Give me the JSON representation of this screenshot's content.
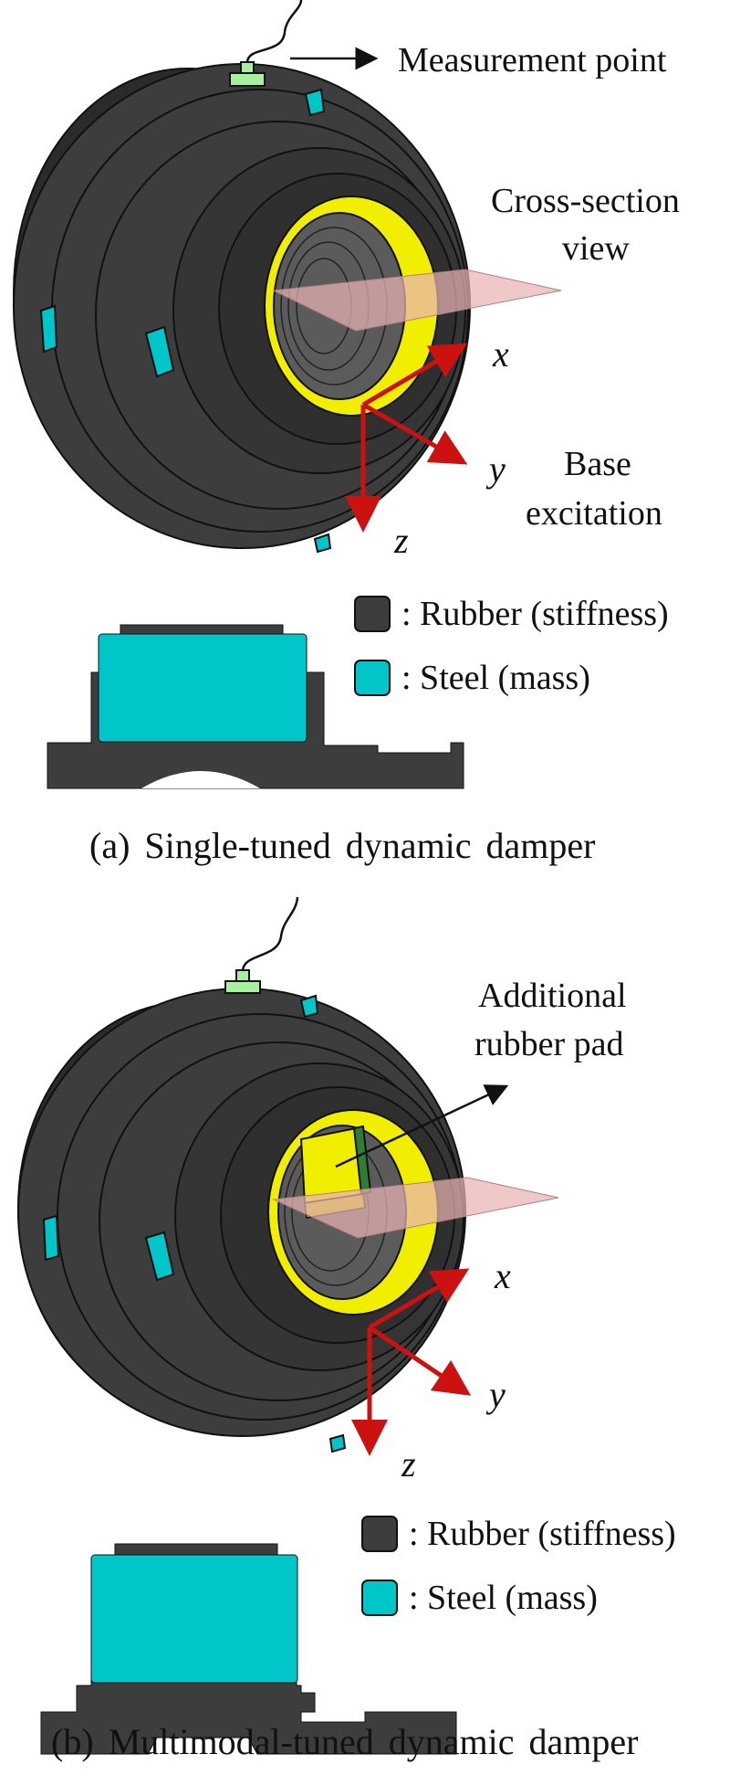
{
  "colors": {
    "rubber": "#3d3d3d",
    "steel": "#00c6c9",
    "inner_ring": "#f2ee00",
    "arrow": "#cc1111",
    "sensor": "#a8f0a0",
    "section_plane": "#e9b4b4"
  },
  "panel_a": {
    "measurement_label": "Measurement point",
    "section_label_line1": "Cross-section",
    "section_label_line2": "view",
    "axis_x": "x",
    "axis_y": "y",
    "axis_z": "z",
    "excitation_line1": "Base",
    "excitation_line2": "excitation",
    "legend": [
      {
        "label": ": Rubber (stiffness)",
        "icon": "rubber-swatch"
      },
      {
        "label": ": Steel (mass)",
        "icon": "steel-swatch"
      }
    ],
    "caption": "(a)  Single-tuned  dynamic  damper"
  },
  "panel_b": {
    "pad_label_line1": "Additional",
    "pad_label_line2": "rubber pad",
    "axis_x": "x",
    "axis_y": "y",
    "axis_z": "z",
    "legend": [
      {
        "label": ": Rubber (stiffness)",
        "icon": "rubber-swatch"
      },
      {
        "label": ": Steel (mass)",
        "icon": "steel-swatch"
      }
    ],
    "caption": "(b)  Multimodal-tuned  dynamic  damper"
  }
}
